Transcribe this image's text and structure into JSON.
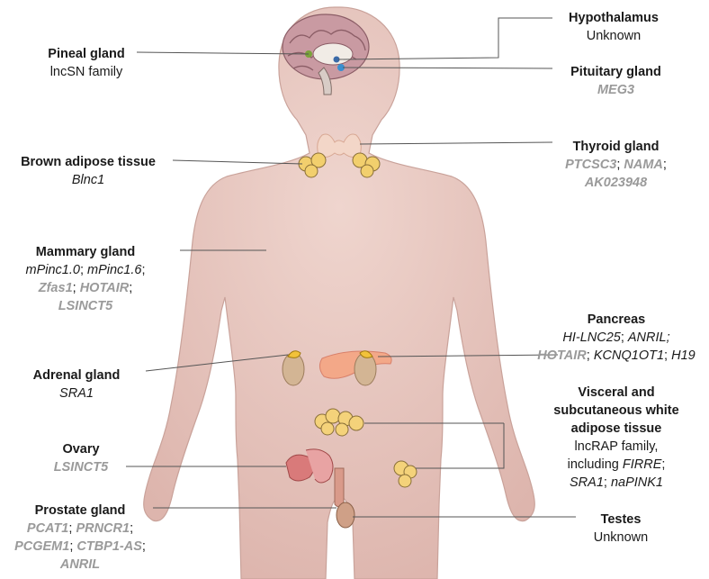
{
  "colors": {
    "skin": "#e9c8c0",
    "skin_shadow": "#d6ada5",
    "line": "#555555",
    "grey_text": "#9a9a9a",
    "adipose": "#f4d27a",
    "pancreas": "#f3a888",
    "kidney": "#d3b594",
    "adrenal": "#f2c23a",
    "brain": "#b88a92"
  },
  "labels": {
    "pineal": {
      "title": "Pineal gland",
      "genes": [
        [
          {
            "text": "lncSN family",
            "style": "plain"
          }
        ]
      ]
    },
    "hypothalamus": {
      "title": "Hypothalamus",
      "genes": [
        [
          {
            "text": "Unknown",
            "style": "plain"
          }
        ]
      ]
    },
    "pituitary": {
      "title": "Pituitary gland",
      "genes": [
        [
          {
            "text": "MEG3",
            "style": "grey"
          }
        ]
      ]
    },
    "brown": {
      "title": "Brown adipose tissue",
      "genes": [
        [
          {
            "text": "Blnc1",
            "style": "italic"
          }
        ]
      ]
    },
    "thyroid": {
      "title": "Thyroid gland",
      "genes": [
        [
          {
            "text": "PTCSC3",
            "style": "grey"
          },
          {
            "text": "; ",
            "style": "plain"
          },
          {
            "text": "NAMA",
            "style": "grey"
          },
          {
            "text": ";",
            "style": "plain"
          }
        ],
        [
          {
            "text": "AK023948",
            "style": "grey"
          }
        ]
      ]
    },
    "mammary": {
      "title": "Mammary gland",
      "genes": [
        [
          {
            "text": "mPinc1.0",
            "style": "italic"
          },
          {
            "text": "; ",
            "style": "plain"
          },
          {
            "text": "mPinc1.6",
            "style": "italic"
          },
          {
            "text": ";",
            "style": "plain"
          }
        ],
        [
          {
            "text": "Zfas1",
            "style": "grey"
          },
          {
            "text": "; ",
            "style": "plain"
          },
          {
            "text": "HOTAIR",
            "style": "grey"
          },
          {
            "text": ";",
            "style": "plain"
          }
        ],
        [
          {
            "text": "LSINCT5",
            "style": "grey"
          }
        ]
      ]
    },
    "pancreas": {
      "title": "Pancreas",
      "genes": [
        [
          {
            "text": "HI-LNC25",
            "style": "italic"
          },
          {
            "text": "; ",
            "style": "plain"
          },
          {
            "text": "ANRIL;",
            "style": "italic"
          }
        ],
        [
          {
            "text": "HOTAIR",
            "style": "grey"
          },
          {
            "text": "; ",
            "style": "plain"
          },
          {
            "text": "KCNQ1OT1",
            "style": "italic"
          },
          {
            "text": "; ",
            "style": "plain"
          },
          {
            "text": "H19",
            "style": "italic"
          }
        ]
      ]
    },
    "adrenal": {
      "title": "Adrenal gland",
      "genes": [
        [
          {
            "text": "SRA1",
            "style": "italic"
          }
        ]
      ]
    },
    "visceral": {
      "title_lines": [
        "Visceral and",
        "subcutaneous white",
        "adipose tissue"
      ],
      "genes": [
        [
          {
            "text": "lncRAP family,",
            "style": "plain"
          }
        ],
        [
          {
            "text": "including ",
            "style": "plain"
          },
          {
            "text": "FIRRE",
            "style": "italic"
          },
          {
            "text": ";",
            "style": "plain"
          }
        ],
        [
          {
            "text": "SRA1",
            "style": "italic"
          },
          {
            "text": "; ",
            "style": "plain"
          },
          {
            "text": "naPINK1",
            "style": "italic"
          }
        ]
      ]
    },
    "ovary": {
      "title": "Ovary",
      "genes": [
        [
          {
            "text": "LSINCT5",
            "style": "grey"
          }
        ]
      ]
    },
    "prostate": {
      "title": "Prostate gland",
      "genes": [
        [
          {
            "text": "PCAT1",
            "style": "grey"
          },
          {
            "text": "; ",
            "style": "plain"
          },
          {
            "text": "PRNCR1",
            "style": "grey"
          },
          {
            "text": ";",
            "style": "plain"
          }
        ],
        [
          {
            "text": "PCGEM1",
            "style": "grey"
          },
          {
            "text": "; ",
            "style": "plain"
          },
          {
            "text": "CTBP1-AS",
            "style": "grey"
          },
          {
            "text": ";",
            "style": "plain"
          }
        ],
        [
          {
            "text": "ANRIL",
            "style": "grey"
          }
        ]
      ]
    },
    "testes": {
      "title": "Testes",
      "genes": [
        [
          {
            "text": "Unknown",
            "style": "plain"
          }
        ]
      ]
    }
  }
}
